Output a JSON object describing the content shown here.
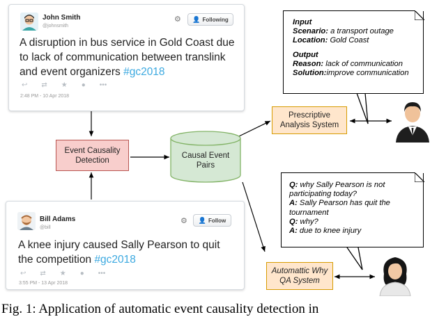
{
  "tweet1": {
    "name": "John Smith",
    "handle": "@johnsmith",
    "follow_label": "Following",
    "text_before": "A disruption in bus service in Gold Coast due to lack of communication between translink and event organizers ",
    "hashtag": "#gc2018",
    "timestamp": "2:48 PM - 10 Apr 2018"
  },
  "tweet2": {
    "name": "Bill Adams",
    "handle": "@bill",
    "follow_label": "Follow",
    "text_before": "A knee injury caused Sally Pearson to quit the competition  ",
    "hashtag": "#gc2018",
    "timestamp": "3:55 PM - 13 Apr 2018"
  },
  "icons": {
    "gear": "gear-icon",
    "person_add": "person-add-icon",
    "reply": "reply-icon",
    "retweet": "retweet-icon",
    "favorite": "star-icon",
    "follow_user": "user-icon",
    "more": "more-icon"
  },
  "boxes": {
    "event_causality": "Event Causality Detection",
    "causal_pairs": "Causal Event Pairs",
    "prescriptive": "Prescriptive Analysis System",
    "why_qa": "Automattic Why QA System"
  },
  "note_top": {
    "input_heading": "Input",
    "scenario_label": "Scenario:",
    "scenario_value": " a transport outage",
    "location_label": "Location:",
    "location_value": " Gold Coast",
    "output_heading": "Output",
    "reason_label": "Reason:",
    "reason_value": " lack of communication",
    "solution_label": "Solution:",
    "solution_value": "improve communication"
  },
  "note_bottom": {
    "q1_label": "Q:",
    "q1_text": " why Sally Pearson is not participating today?",
    "a1_label": "A:",
    "a1_text": " Sally Pearson has quit the tournament",
    "q2_label": "Q:",
    "q2_text": " why?",
    "a2_label": "A:",
    "a2_text": " due to knee injury"
  },
  "caption": "Fig. 1: Application of automatic event causality detection in",
  "colors": {
    "red_fill": "#f8cecc",
    "red_stroke": "#b85450",
    "green_fill": "#d5e8d4",
    "green_stroke": "#82b366",
    "yellow_fill": "#ffe6cc",
    "yellow_stroke": "#d79b00",
    "hashtag": "#3ca9e0"
  }
}
